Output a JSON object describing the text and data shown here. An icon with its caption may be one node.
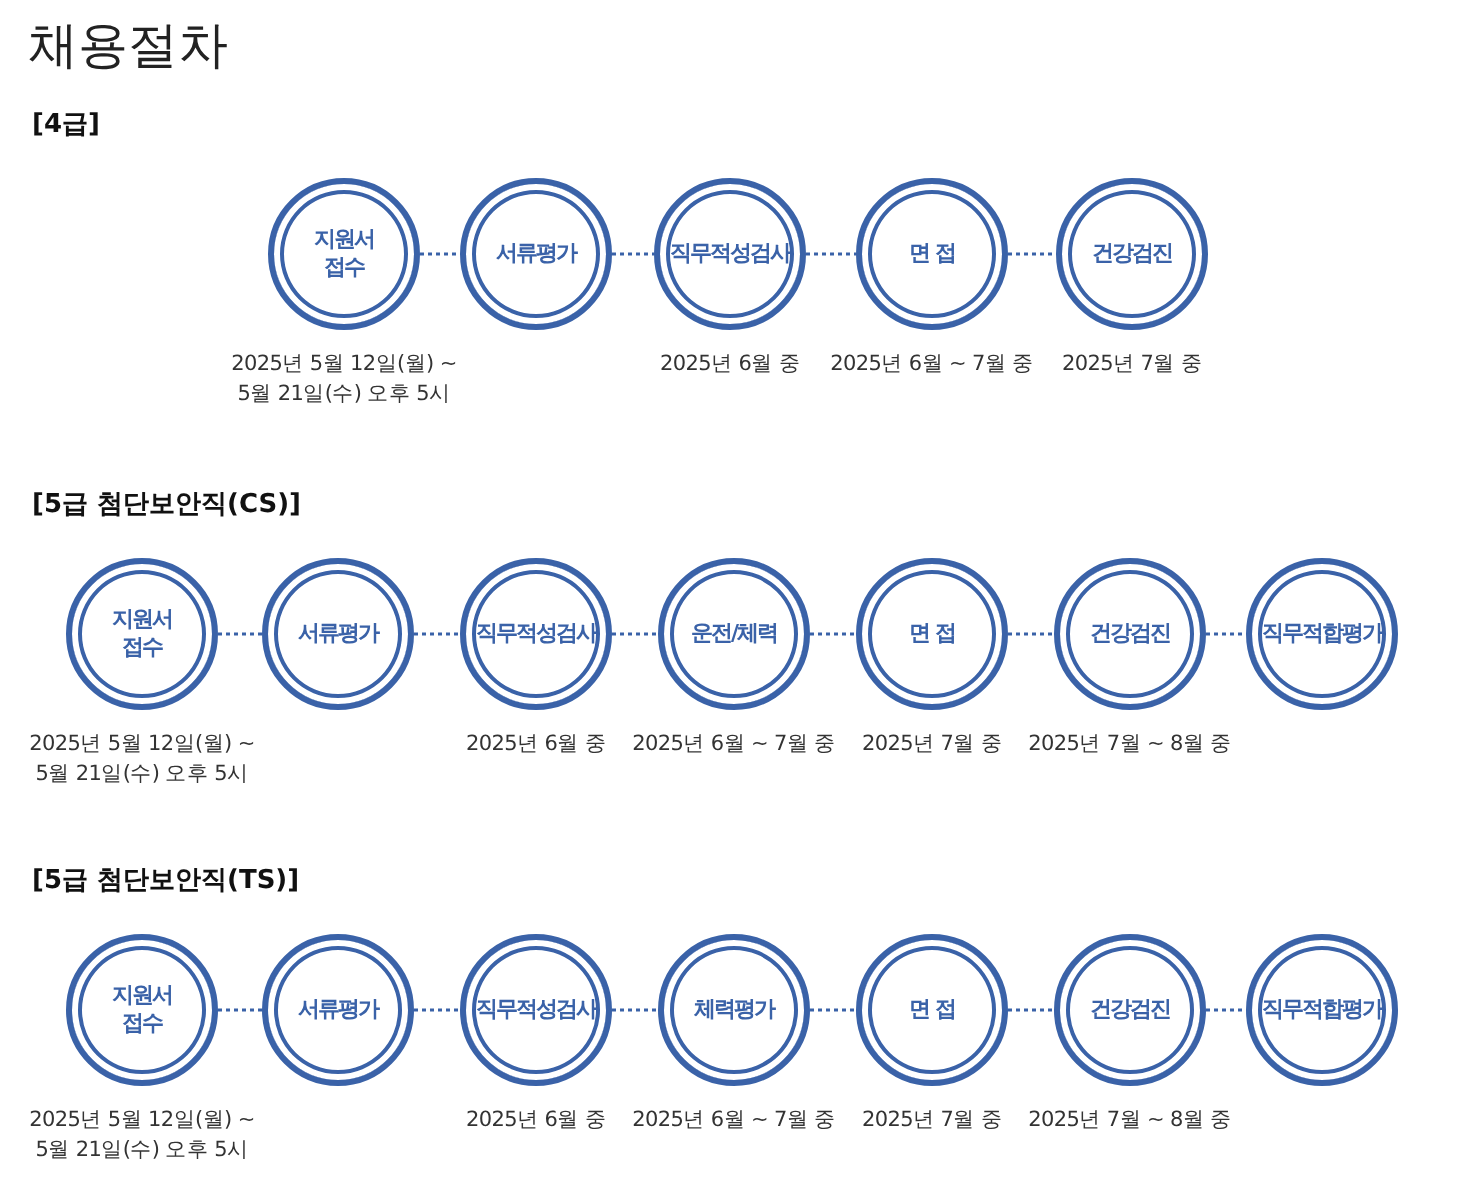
{
  "diagram": {
    "title": "채용절차",
    "nodes": [
      {
        "text": [
          "지원서 접수"
        ],
        "beside": [
          "2025년 5월 12일(월) ~ 5월 21일(수) 오후 5시"
        ]
      },
      {
        "text": [
          "서류평가"
        ]
      },
      {
        "text": [
          "직무적성검사"
        ],
        "beside": [
          "2025년 6월 중"
        ]
      },
      {
        "text": [
          "면 접"
        ],
        "beside": [
          "2025년 6월 ~ 7월 중"
        ]
      },
      {
        "text": [
          "건강검진"
        ],
        "beside": [
          "2025년 7월 중"
        ]
      },
      {
        "text": [
          "지원서 접수"
        ],
        "beside": [
          "2025년 5월 12일(월) ~ 5월 21일(수) 오후 5시"
        ]
      },
      {
        "text": [
          "서류평가"
        ]
      },
      {
        "text": [
          "직무적성검사"
        ],
        "beside": [
          "2025년 6월 중"
        ]
      },
      {
        "text": [
          "운전/체력"
        ],
        "beside": [
          "2025년 6월 ~ 7월 중"
        ]
      },
      {
        "text": [
          "면 접"
        ],
        "beside": [
          "2025년 7월 중"
        ]
      },
      {
        "text": [
          "건강검진"
        ],
        "beside": [
          "2025년 7월 ~ 8월 중"
        ]
      },
      {
        "text": [
          "직무적합평가"
        ]
      },
      {
        "text": [
          "지원서 접수"
        ],
        "beside": [
          "2025년 5월 12일(월) ~ 5월 21일(수) 오후 5시"
        ]
      },
      {
        "text": [
          "서류평가"
        ]
      },
      {
        "text": [
          "직무적성검사"
        ],
        "beside": [
          "2025년 6월 중"
        ]
      },
      {
        "text": [
          "체력평가"
        ],
        "beside": [
          "2025년 6월 ~ 7월 중"
        ]
      },
      {
        "text": [
          "면 접"
        ],
        "beside": [
          "2025년 7월 중"
        ]
      },
      {
        "text": [
          "건강검진"
        ],
        "beside": [
          "2025년 7월 ~ 8월 중"
        ]
      },
      {
        "text": [
          "직무적합평가"
        ]
      }
    ],
    "edges": [
      {
        "from": 0,
        "to": 1,
        "arrow": "none",
        "style": "dashed"
      },
      {
        "from": 1,
        "to": 2,
        "arrow": "none",
        "style": "dashed"
      },
      {
        "from": 2,
        "to": 3,
        "arrow": "none",
        "style": "dashed"
      },
      {
        "from": 3,
        "to": 4,
        "arrow": "none",
        "style": "dashed"
      },
      {
        "from": 5,
        "to": 6,
        "arrow": "none",
        "style": "dashed"
      },
      {
        "from": 6,
        "to": 7,
        "arrow": "none",
        "style": "dashed"
      },
      {
        "from": 7,
        "to": 8,
        "arrow": "none",
        "style": "dashed"
      },
      {
        "from": 8,
        "to": 9,
        "arrow": "none",
        "style": "dashed"
      },
      {
        "from": 9,
        "to": 10,
        "arrow": "none",
        "style": "dashed"
      },
      {
        "from": 10,
        "to": 11,
        "arrow": "none",
        "style": "dashed"
      },
      {
        "from": 12,
        "to": 13,
        "arrow": "none",
        "style": "dashed"
      },
      {
        "from": 13,
        "to": 14,
        "arrow": "none",
        "style": "dashed"
      },
      {
        "from": 14,
        "to": 15,
        "arrow": "none",
        "style": "dashed"
      },
      {
        "from": 15,
        "to": 16,
        "arrow": "none",
        "style": "dashed"
      },
      {
        "from": 16,
        "to": 17,
        "arrow": "none",
        "style": "dashed"
      },
      {
        "from": 17,
        "to": 18,
        "arrow": "none",
        "style": "dashed"
      }
    ],
    "labels": [
      "[4급]",
      "[5급 첨단보안직(CS)]",
      "[5급 첨단보안직(TS)]"
    ]
  }
}
